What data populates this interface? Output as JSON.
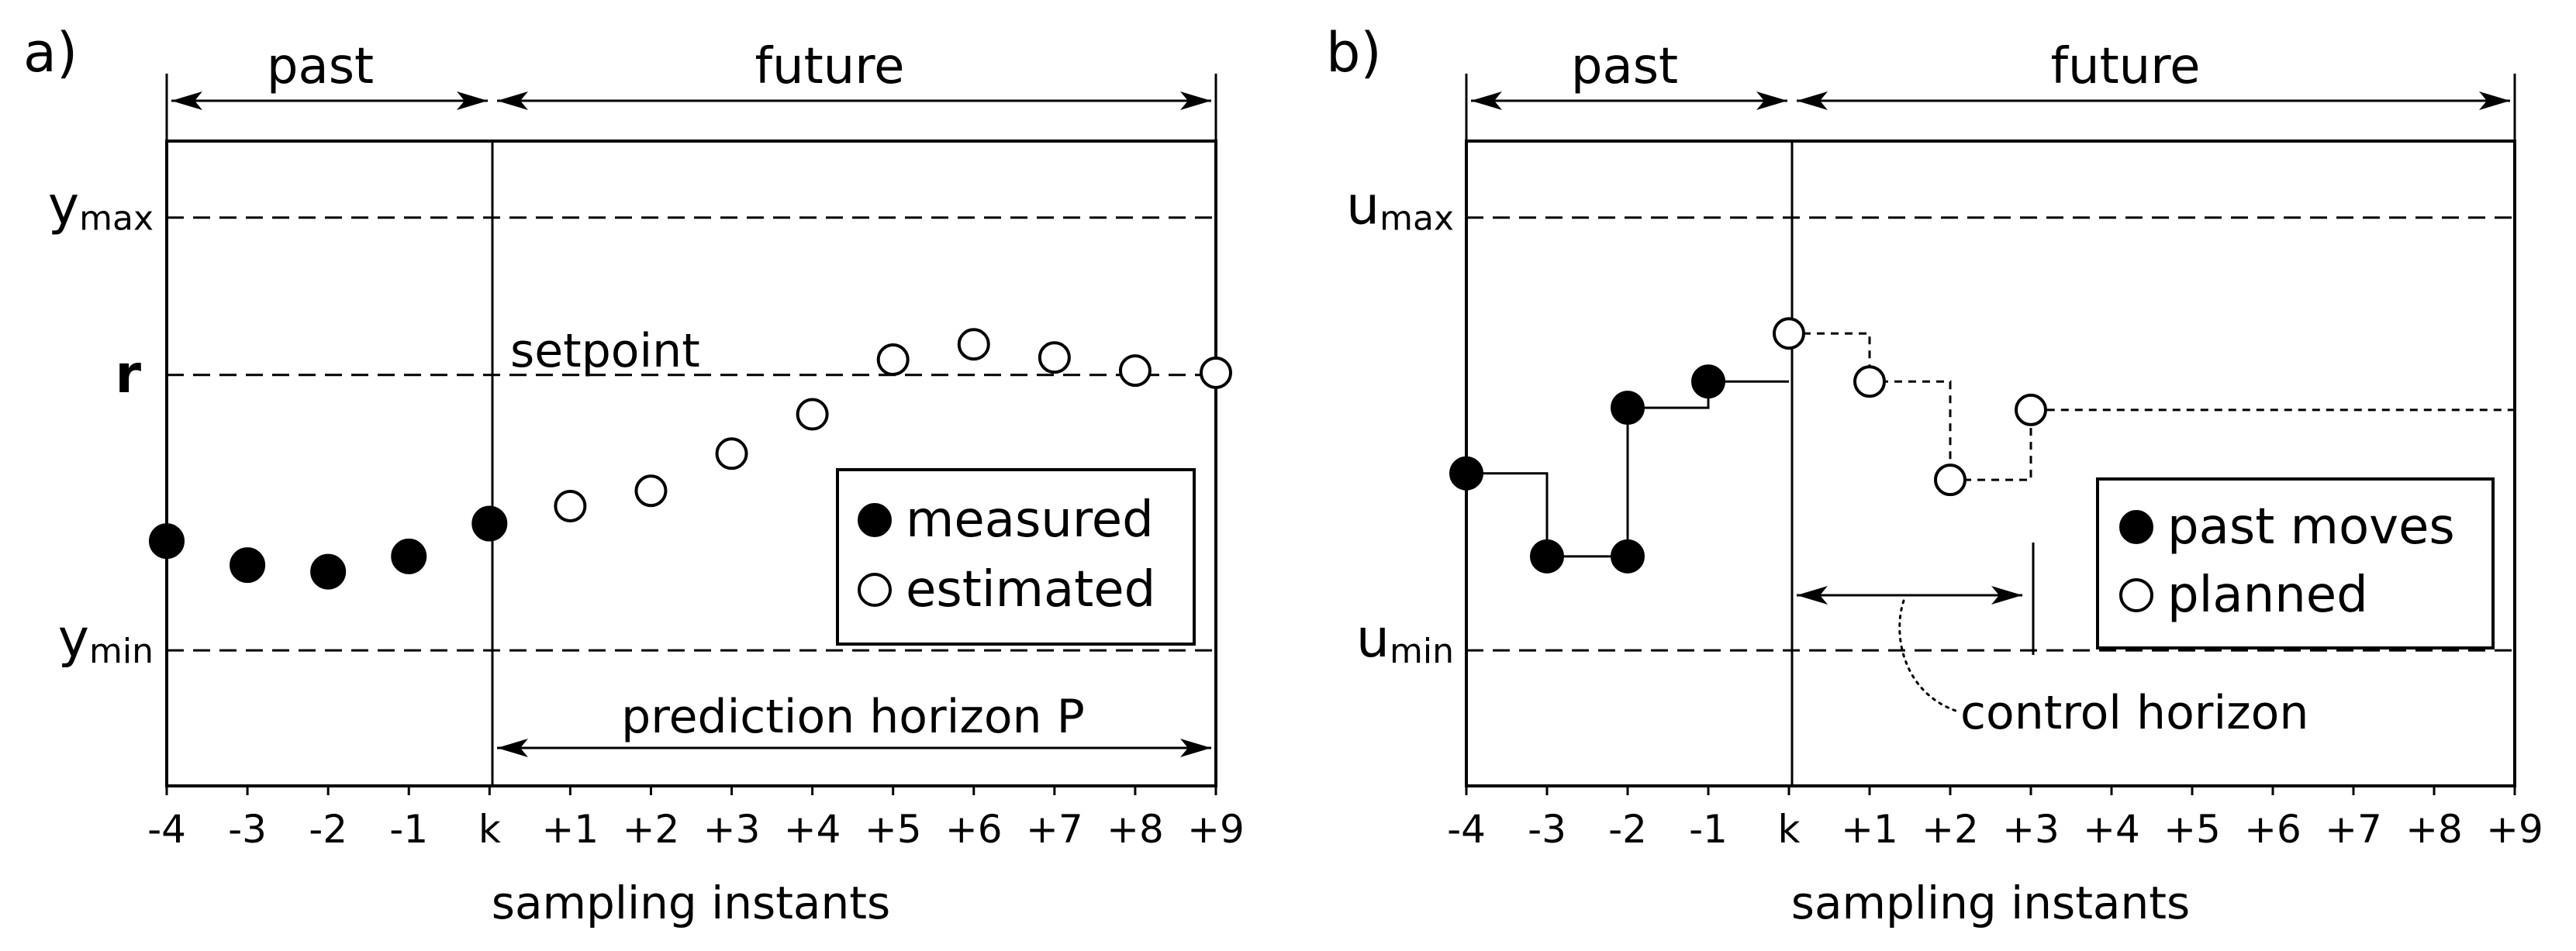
{
  "panels": {
    "a": {
      "label": "a)",
      "past": "past",
      "future": "future",
      "y_max": {
        "main": "y",
        "sub": "max"
      },
      "r": "r",
      "y_min": {
        "main": "y",
        "sub": "min"
      },
      "setpoint": "setpoint",
      "horizon": "prediction horizon P",
      "legend": {
        "filled": "measured",
        "hollow": "estimated"
      },
      "xlabel": "sampling instants"
    },
    "b": {
      "label": "b)",
      "past": "past",
      "future": "future",
      "u_max": {
        "main": "u",
        "sub": "max"
      },
      "u_min": {
        "main": "u",
        "sub": "min"
      },
      "horizon": "control horizon",
      "legend": {
        "filled": "past moves",
        "hollow": "planned"
      },
      "xlabel": "sampling instants"
    }
  },
  "chart_data": [
    {
      "type": "scatter",
      "x_ticks": [
        "-4",
        "-3",
        "-2",
        "-1",
        "k",
        "+1",
        "+2",
        "+3",
        "+4",
        "+5",
        "+6",
        "+7",
        "+8",
        "+9"
      ],
      "x_range": [
        -4,
        9
      ],
      "levels": {
        "y_max": 2.6,
        "r": 1.88,
        "y_min": 0.62
      },
      "y_range": [
        0,
        2.95
      ],
      "measured": [
        {
          "x": -4,
          "y": 1.12
        },
        {
          "x": -3,
          "y": 1.01
        },
        {
          "x": -2,
          "y": 0.98
        },
        {
          "x": -1,
          "y": 1.05
        },
        {
          "x": 0,
          "y": 1.2
        }
      ],
      "estimated": [
        {
          "x": 1,
          "y": 1.28
        },
        {
          "x": 2,
          "y": 1.35
        },
        {
          "x": 3,
          "y": 1.52
        },
        {
          "x": 4,
          "y": 1.7
        },
        {
          "x": 5,
          "y": 1.95
        },
        {
          "x": 6,
          "y": 2.02
        },
        {
          "x": 7,
          "y": 1.96
        },
        {
          "x": 8,
          "y": 1.9
        },
        {
          "x": 9,
          "y": 1.89
        }
      ],
      "boundary": 0,
      "prediction_horizon": [
        0,
        9
      ]
    },
    {
      "type": "line",
      "x_ticks": [
        "-4",
        "-3",
        "-2",
        "-1",
        "k",
        "+1",
        "+2",
        "+3",
        "+4",
        "+5",
        "+6",
        "+7",
        "+8",
        "+9"
      ],
      "x_range": [
        -4,
        9
      ],
      "levels": {
        "u_max": 2.6,
        "u_min": 0.62
      },
      "y_range": [
        0,
        2.95
      ],
      "past_moves": [
        {
          "x": -4,
          "y": 1.43
        },
        {
          "x": -3,
          "y": 1.05
        },
        {
          "x": -2,
          "y": 1.05
        },
        {
          "x": -2,
          "y": 1.73
        },
        {
          "x": -1,
          "y": 1.85
        }
      ],
      "past_level_at_k": 1.85,
      "planned": [
        {
          "x": 0,
          "y": 2.07
        },
        {
          "x": 1,
          "y": 1.85
        },
        {
          "x": 2,
          "y": 1.4
        },
        {
          "x": 3,
          "y": 1.72
        }
      ],
      "planned_tail_to": 9,
      "boundary": 0,
      "control_horizon": [
        0,
        3
      ]
    }
  ]
}
